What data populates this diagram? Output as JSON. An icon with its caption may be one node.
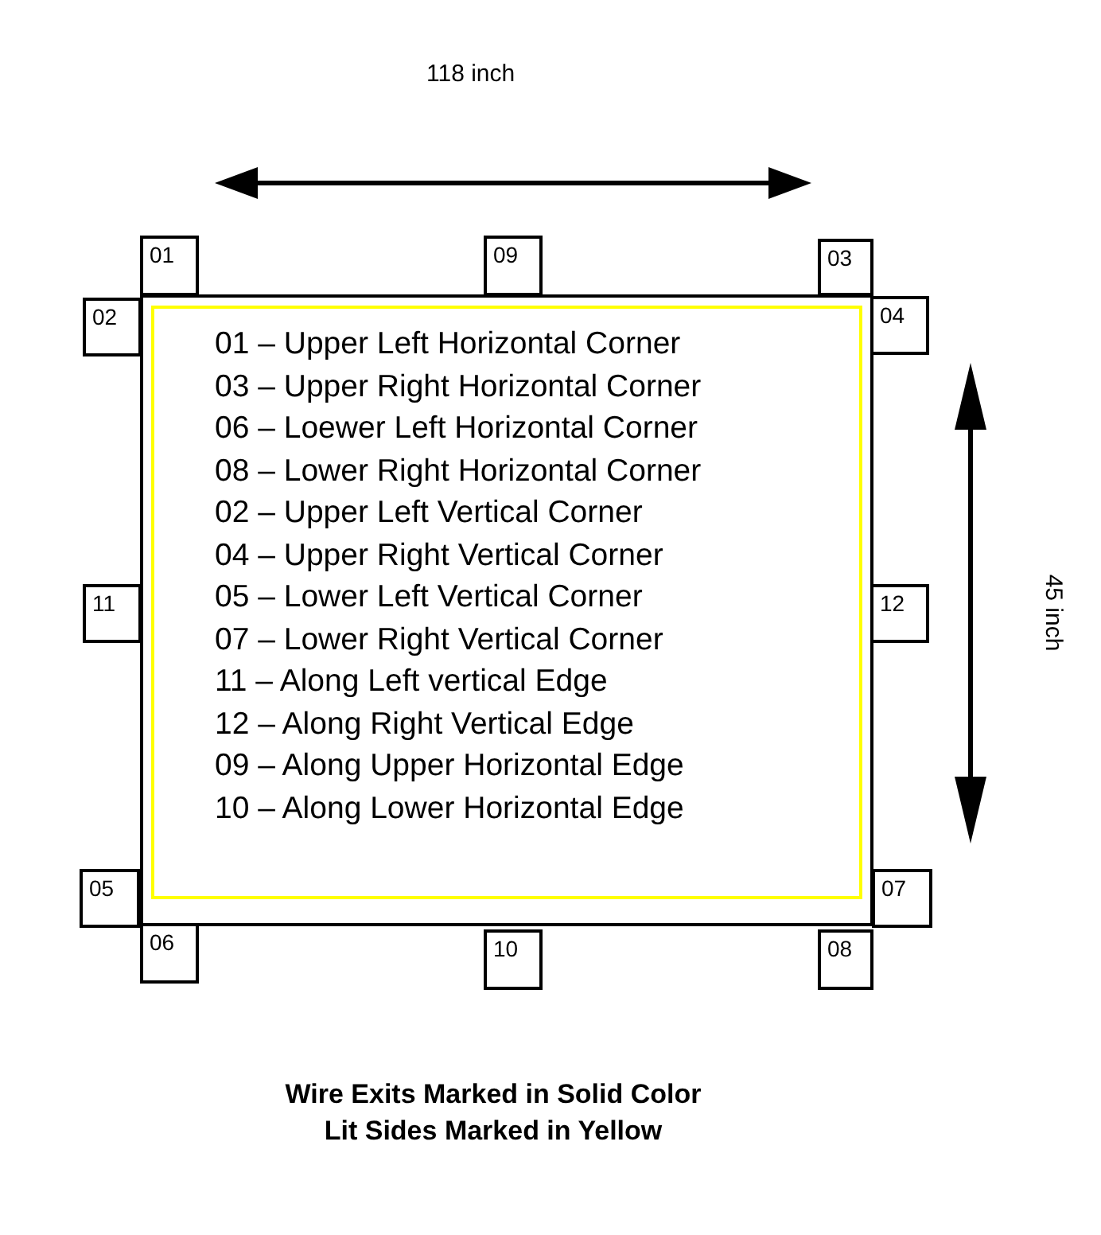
{
  "diagram": {
    "nodes": [
      {
        "text": [
          "01 – Upper Left Horizontal Corner",
          "03 – Upper Right Horizontal Corner",
          "06 – Loewer Left Horizontal Corner",
          "08 – Lower Right Horizontal Corner",
          "02 – Upper Left Vertical Corner",
          "04 – Upper Right Vertical Corner",
          "05 – Lower Left Vertical Corner",
          "07 – Lower Right Vertical Corner",
          "11 – Along Left vertical Edge",
          "12 – Along Right Vertical Edge",
          "09 – Along Upper Horizontal Edge",
          "10 – Along Lower Horizontal Edge"
        ]
      },
      {
        "text": [
          "01"
        ]
      },
      {
        "text": [
          "09"
        ]
      },
      {
        "text": [
          "03"
        ]
      },
      {
        "text": [
          "02"
        ]
      },
      {
        "text": [
          "04"
        ]
      },
      {
        "text": [
          "11"
        ]
      },
      {
        "text": [
          "12"
        ]
      },
      {
        "text": [
          "05"
        ]
      },
      {
        "text": [
          "07"
        ]
      },
      {
        "text": [
          "06"
        ]
      },
      {
        "text": [
          "10"
        ]
      },
      {
        "text": [
          "08"
        ]
      }
    ],
    "labels": [
      "118 inch",
      "45 inch",
      "Wire Exits Marked in Solid Color",
      "Lit Sides Marked in Yellow"
    ]
  }
}
